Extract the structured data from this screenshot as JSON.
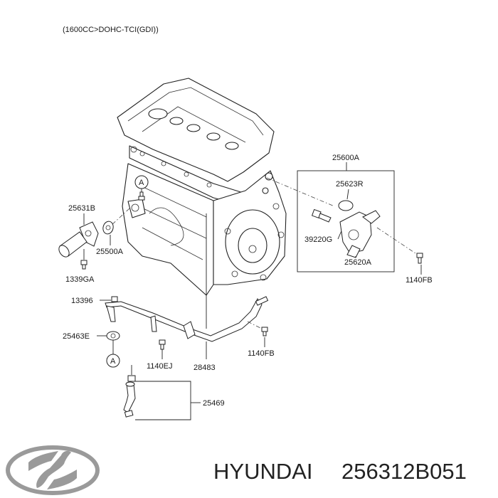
{
  "header": {
    "spec": "(1600CC>DOHC-TCI(GDI))"
  },
  "callouts": {
    "assy": "25600A",
    "oring": "25623R",
    "sensor": "39220G",
    "housing": "25620A",
    "bolt_right": "1140FB",
    "inlet_fitting": "25631B",
    "gasket": "25500A",
    "bolt_lower_left": "1339GA",
    "bolt_13396": "13396",
    "clamp": "25463E",
    "bolt_ej": "1140EJ",
    "pipe": "28483",
    "bolt_pipe": "1140FB",
    "hose": "25469",
    "ref_a_top": "A",
    "ref_a_bottom": "A"
  },
  "footer": {
    "brand": "HYUNDAI",
    "part_number": "256312B051"
  }
}
